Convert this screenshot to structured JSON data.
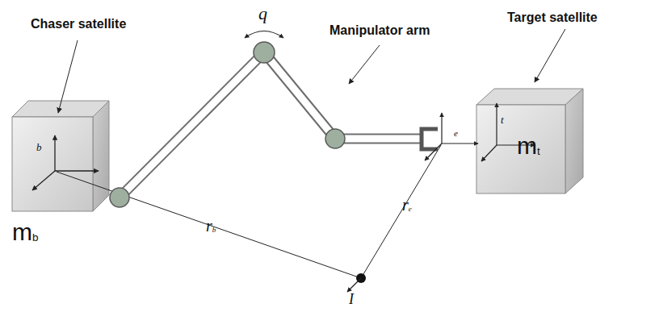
{
  "diagram": {
    "nodes": [
      {
        "text": [
          "b",
          "mb"
        ]
      },
      {
        "text": [
          "t",
          "mt"
        ]
      }
    ],
    "labels": [
      "Chaser satellite",
      "Manipulator arm",
      "Target satellite",
      "q",
      "e",
      "rb",
      "re",
      "I"
    ]
  }
}
